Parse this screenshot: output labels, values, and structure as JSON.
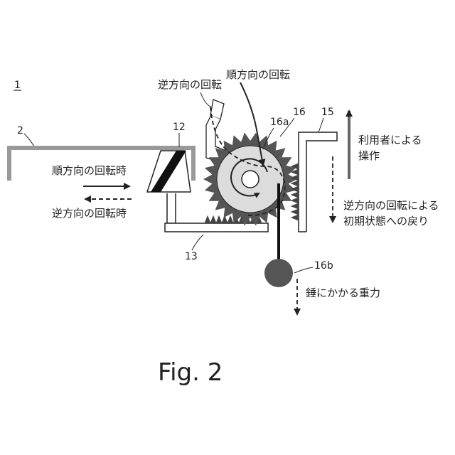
{
  "figure": {
    "caption": "Fig. 2",
    "device_number": "1"
  },
  "labels": {
    "reverse_rotation_top": "逆方向の回転",
    "forward_rotation_top": "順方向の回転",
    "forward_rotation_time": "順方向の回転時",
    "reverse_rotation_time": "逆方向の回転時",
    "user_operation_line1": "利用者による",
    "user_operation_line2": "操作",
    "return_line1": "逆方向の回転による",
    "return_line2": "初期状態への戻り",
    "weight_gravity": "錘にかかる重力"
  },
  "reference_numbers": {
    "r2": "2",
    "r12": "12",
    "r13": "13",
    "r15": "15",
    "r16": "16",
    "r16a": "16a",
    "r16b": "16b"
  },
  "colors": {
    "gear": "#555555",
    "wheel_face": "#dcdcdc",
    "plate": "#999999",
    "weight": "#555555",
    "arrow_up": "#666666"
  }
}
